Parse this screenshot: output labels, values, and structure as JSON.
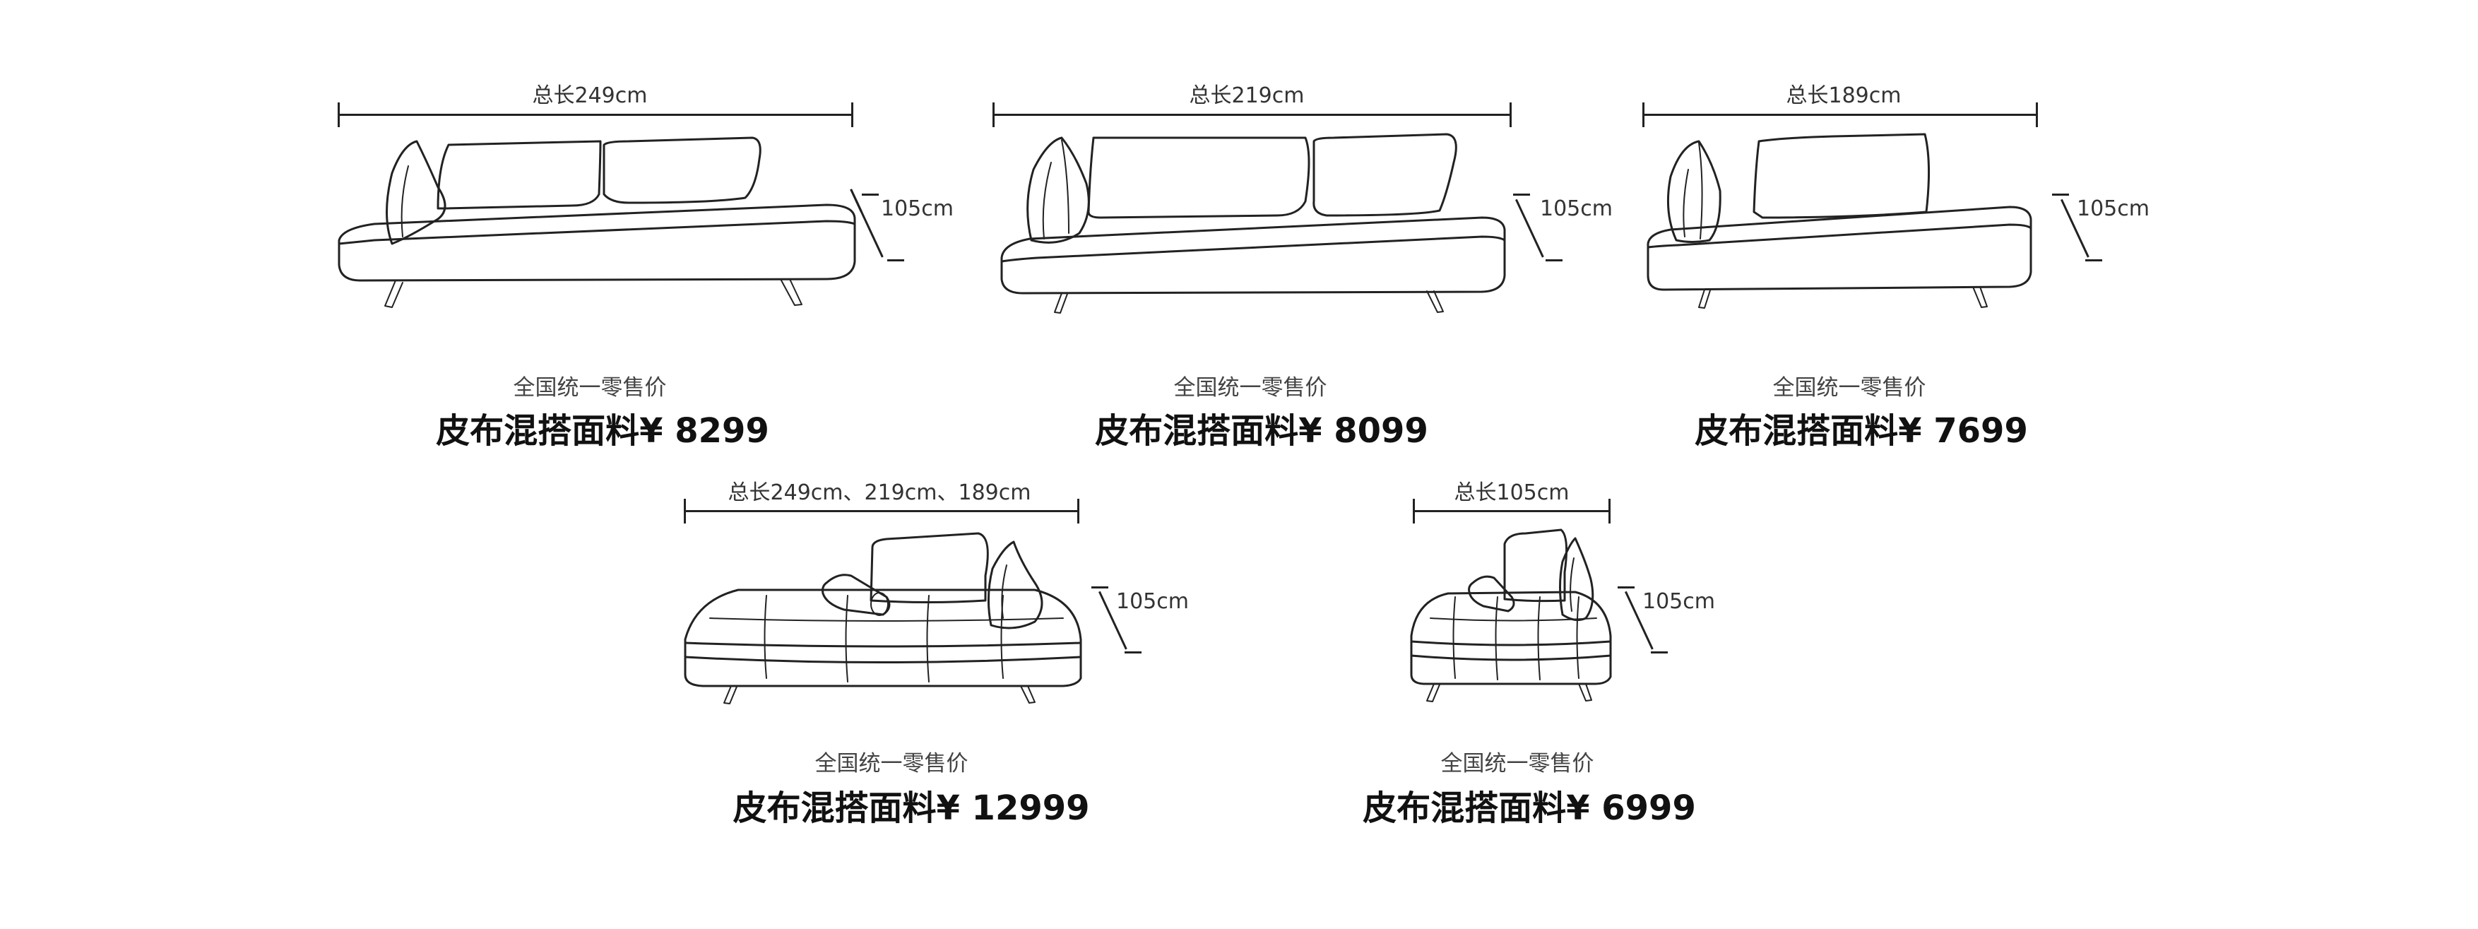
{
  "products": [
    {
      "length_label": "总长249cm",
      "height_label": "105cm",
      "subtitle": "全国统一零售价",
      "price": "皮布混搭面料¥ 8299"
    },
    {
      "length_label": "总长219cm",
      "height_label": "105cm",
      "subtitle": "全国统一零售价",
      "price": "皮布混搭面料¥ 8099"
    },
    {
      "length_label": "总长189cm",
      "height_label": "105cm",
      "subtitle": "全国统一零售价",
      "price": "皮布混搭面料¥ 7699"
    },
    {
      "length_label": "总长249cm、219cm、189cm",
      "height_label": "105cm",
      "subtitle": "全国统一零售价",
      "price": "皮布混搭面料¥ 12999"
    },
    {
      "length_label": "总长105cm",
      "height_label": "105cm",
      "subtitle": "全国统一零售价",
      "price": "皮布混搭面料¥ 6999"
    }
  ]
}
